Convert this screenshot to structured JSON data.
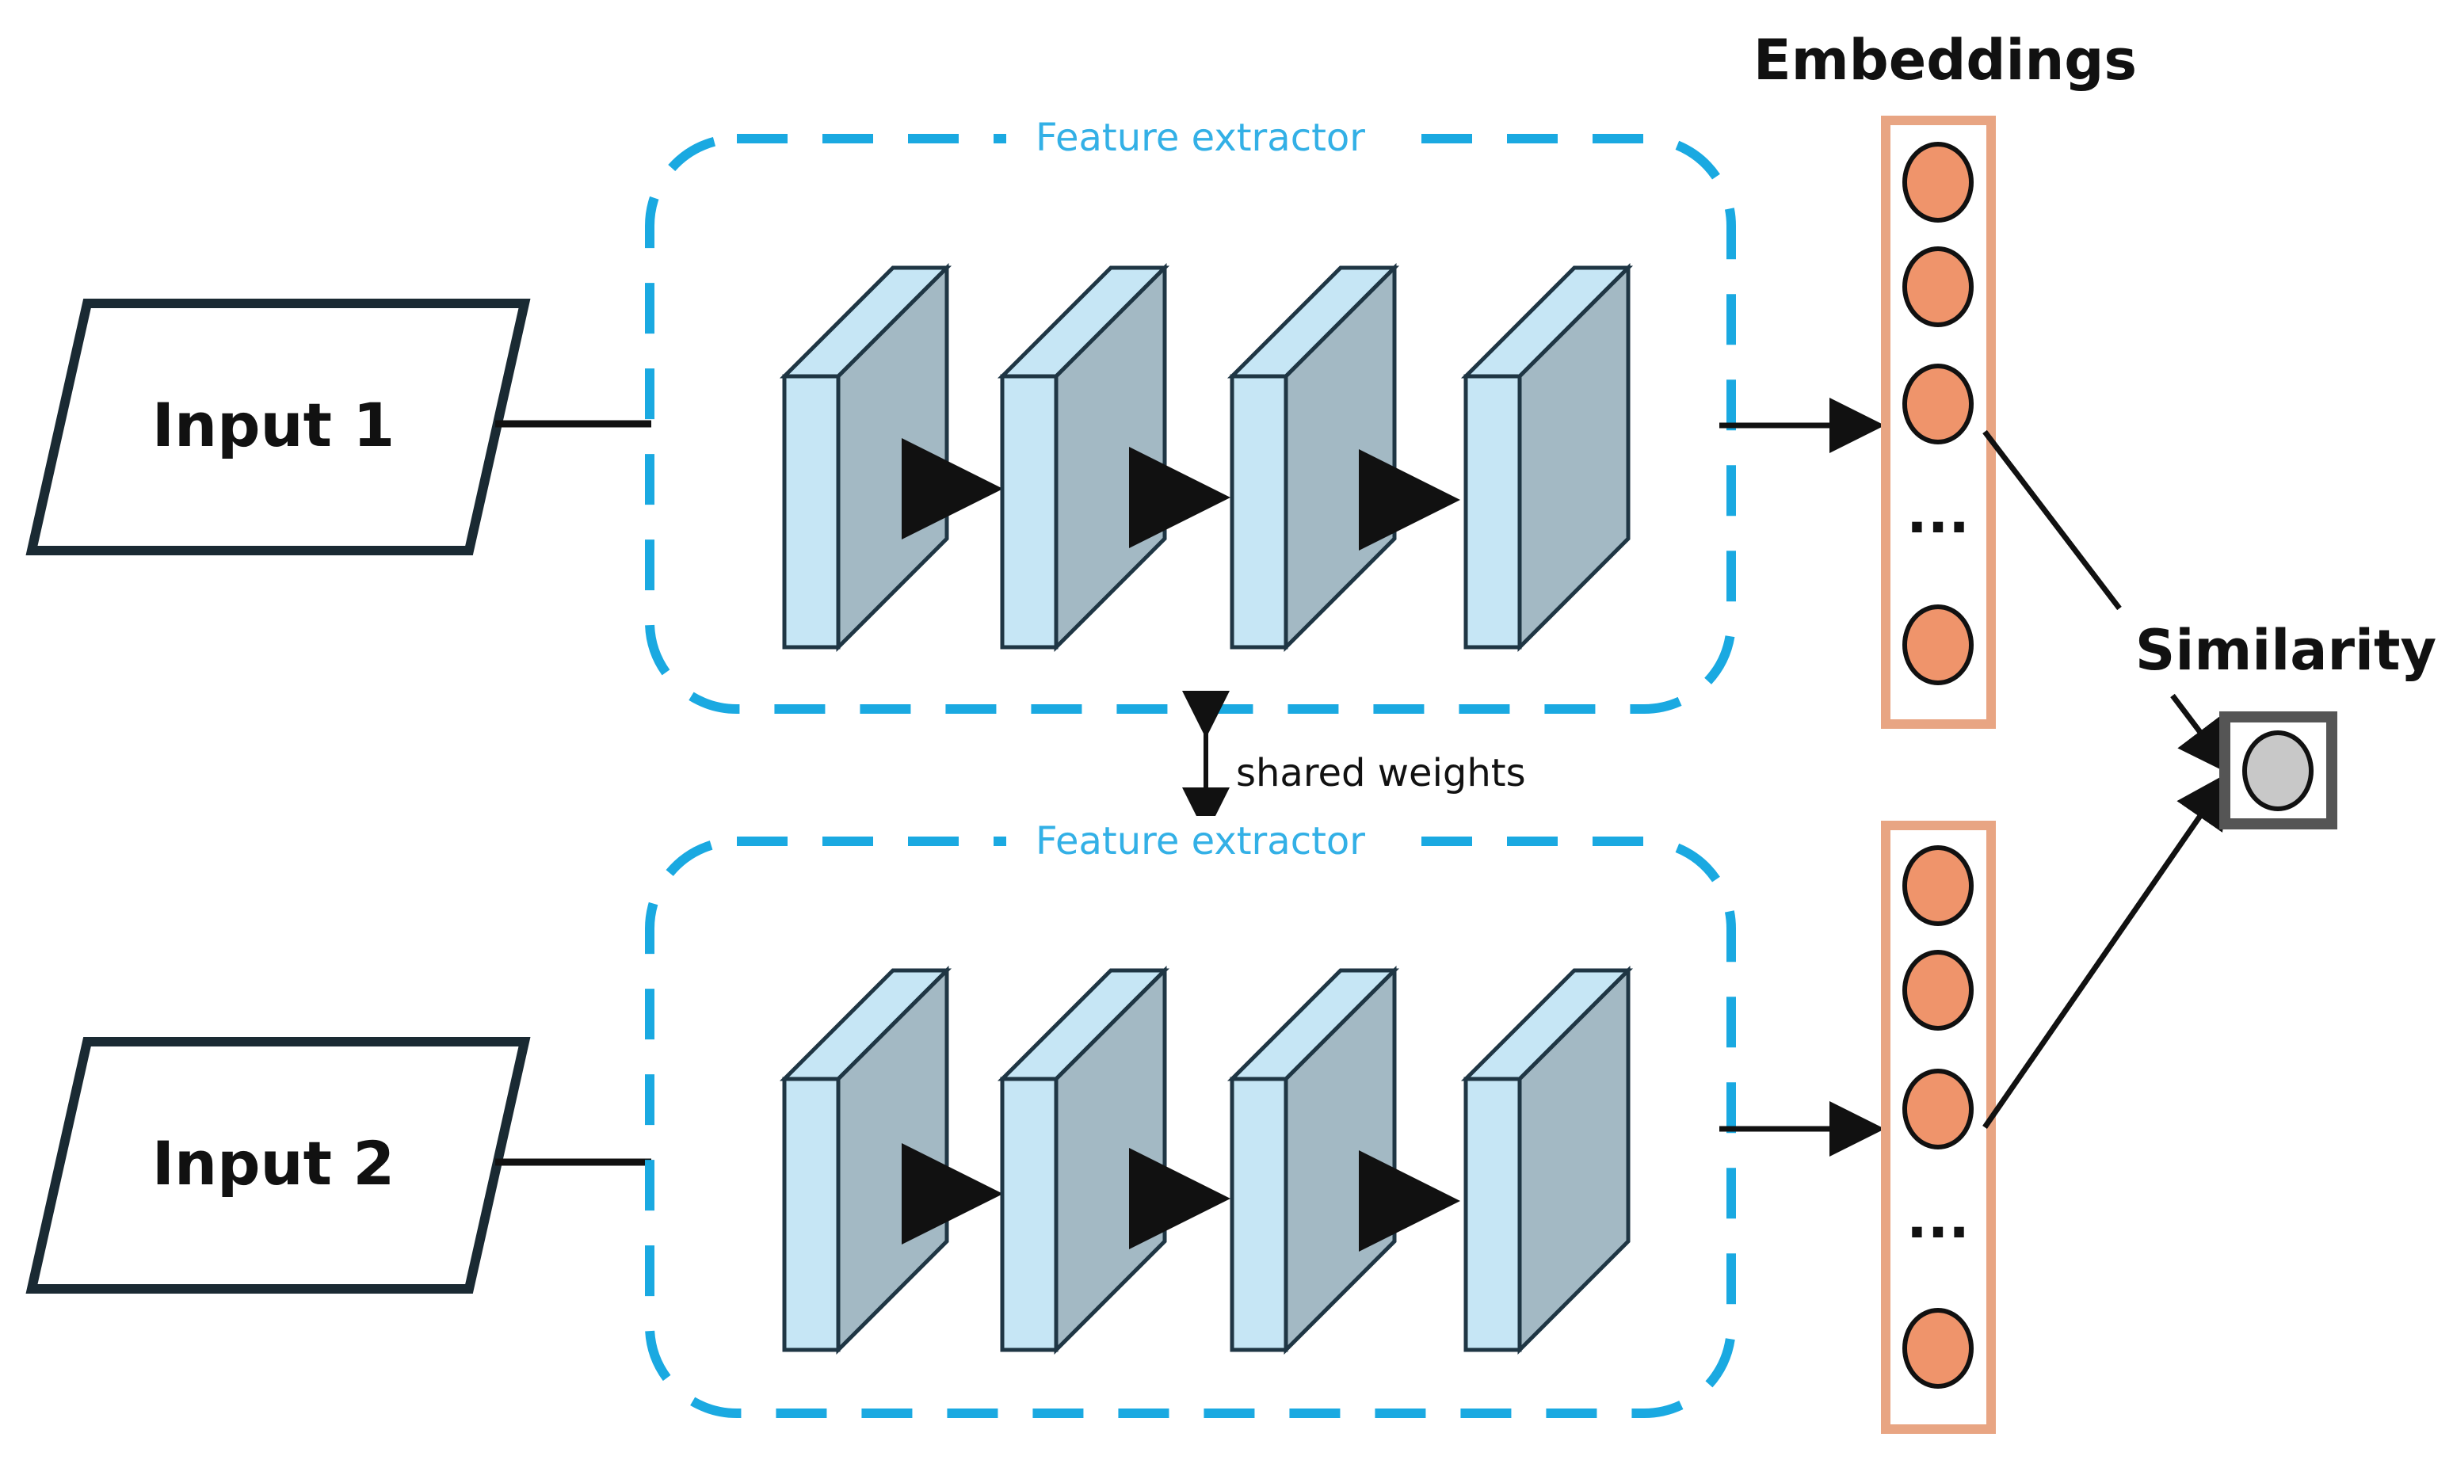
{
  "inputs": [
    {
      "label": "Input 1"
    },
    {
      "label": "Input 2"
    }
  ],
  "feature_extractor": {
    "label": "Feature extractor",
    "layer_count": 4
  },
  "shared_weights_label": "shared weights",
  "embeddings": {
    "title": "Embeddings",
    "ellipsis": "..."
  },
  "similarity": {
    "title": "Similarity"
  },
  "colors": {
    "dashed_border": "#1aa9e1",
    "feature_label": "#33b0e6",
    "layer_front": "#c6e6f5",
    "layer_side": "#a3b9c4",
    "layer_stroke": "#1f3644",
    "embedding_border": "#e8a583",
    "embedding_node": "#ef946b",
    "similarity_node": "#c8c8c8",
    "similarity_border": "#555555"
  }
}
